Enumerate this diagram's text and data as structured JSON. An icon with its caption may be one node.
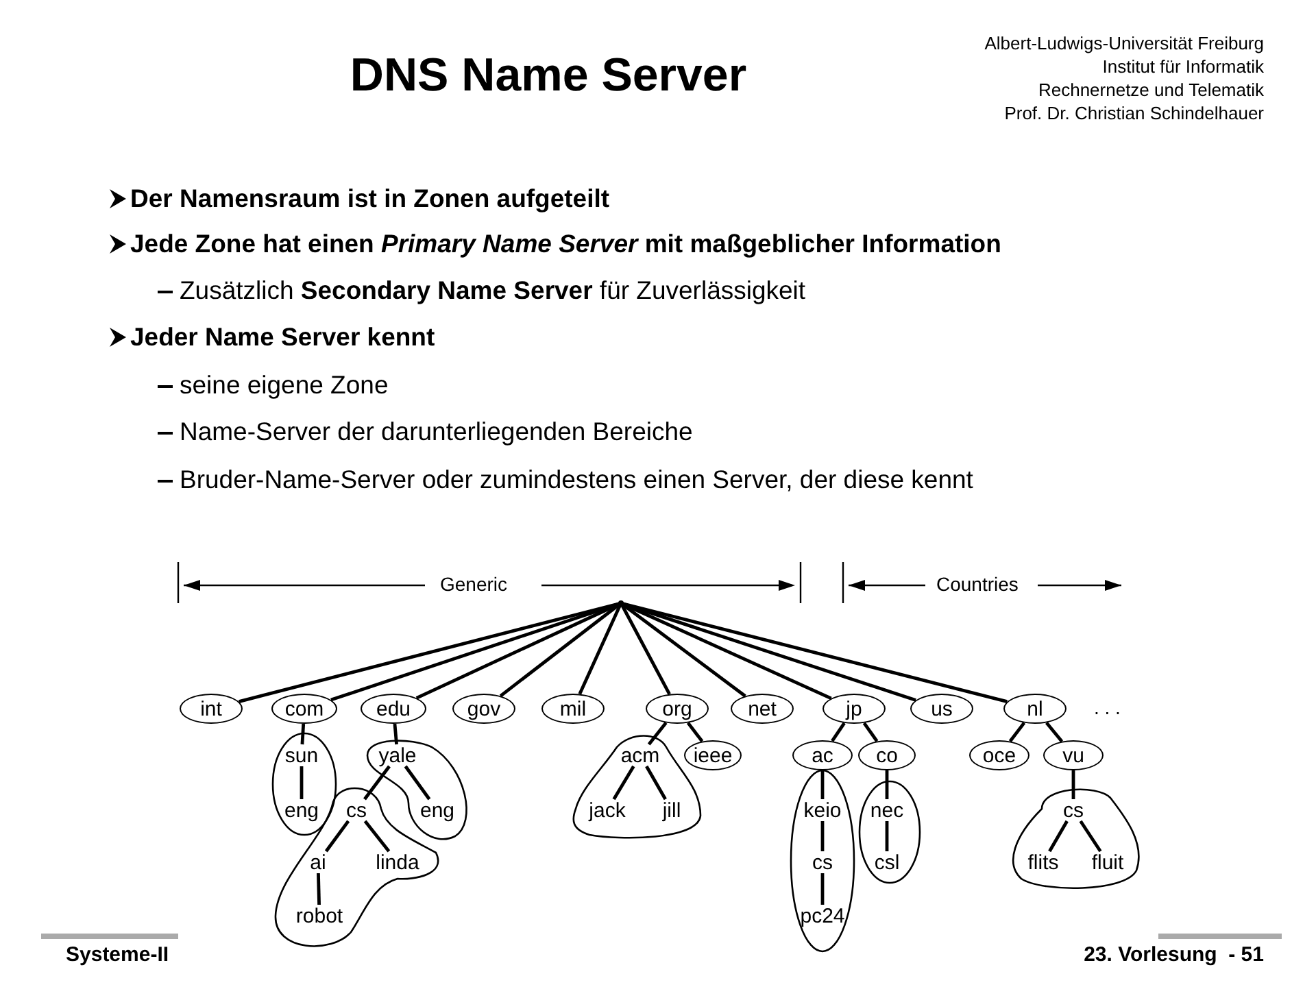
{
  "diagram": {
    "title": "DNS Name Server",
    "nodes": [
      {
        "text": [],
        "shape": "dot"
      },
      {
        "text": [
          "int"
        ]
      },
      {
        "text": [
          "com"
        ]
      },
      {
        "text": [
          "edu"
        ]
      },
      {
        "text": [
          "gov"
        ]
      },
      {
        "text": [
          "mil"
        ]
      },
      {
        "text": [
          "org"
        ]
      },
      {
        "text": [
          "net"
        ]
      },
      {
        "text": [
          "jp"
        ]
      },
      {
        "text": [
          "us"
        ]
      },
      {
        "text": [
          "nl"
        ]
      },
      {
        "text": [],
        "shape": "blob"
      },
      {
        "text": [
          "sun"
        ],
        "in": 11
      },
      {
        "text": [
          "eng"
        ],
        "in": 11
      },
      {
        "text": [],
        "shape": "blob"
      },
      {
        "text": [
          "yale"
        ],
        "in": 14
      },
      {
        "text": [
          "eng"
        ],
        "in": 14
      },
      {
        "text": [],
        "shape": "blob"
      },
      {
        "text": [
          "cs"
        ],
        "in": 17
      },
      {
        "text": [
          "ai"
        ],
        "in": 17
      },
      {
        "text": [
          "linda"
        ],
        "in": 17
      },
      {
        "text": [
          "robot"
        ],
        "in": 17
      },
      {
        "text": [],
        "shape": "blob"
      },
      {
        "text": [
          "acm"
        ],
        "in": 22
      },
      {
        "text": [
          "jack"
        ],
        "in": 22
      },
      {
        "text": [
          "jill"
        ],
        "in": 22
      },
      {
        "text": [
          "ieee"
        ]
      },
      {
        "text": [
          "ac"
        ]
      },
      {
        "text": [
          "co"
        ]
      },
      {
        "text": [],
        "shape": "blob"
      },
      {
        "text": [
          "keio"
        ],
        "in": 29
      },
      {
        "text": [
          "cs"
        ],
        "in": 29
      },
      {
        "text": [
          "pc24"
        ],
        "in": 29
      },
      {
        "text": [],
        "shape": "blob"
      },
      {
        "text": [
          "nec"
        ],
        "in": 33
      },
      {
        "text": [
          "csl"
        ],
        "in": 33
      },
      {
        "text": [
          "oce"
        ]
      },
      {
        "text": [
          "vu"
        ]
      },
      {
        "text": [],
        "shape": "blob"
      },
      {
        "text": [
          "cs"
        ],
        "in": 38
      },
      {
        "text": [
          "flits"
        ],
        "in": 38
      },
      {
        "text": [
          "fluit"
        ],
        "in": 38
      }
    ],
    "edges": [
      {
        "from": 0,
        "to": 1,
        "arrow": "none"
      },
      {
        "from": 0,
        "to": 2,
        "arrow": "none"
      },
      {
        "from": 0,
        "to": 3,
        "arrow": "none"
      },
      {
        "from": 0,
        "to": 4,
        "arrow": "none"
      },
      {
        "from": 0,
        "to": 5,
        "arrow": "none"
      },
      {
        "from": 0,
        "to": 6,
        "arrow": "none"
      },
      {
        "from": 0,
        "to": 7,
        "arrow": "none"
      },
      {
        "from": 0,
        "to": 8,
        "arrow": "none"
      },
      {
        "from": 0,
        "to": 9,
        "arrow": "none"
      },
      {
        "from": 0,
        "to": 10,
        "arrow": "none"
      },
      {
        "from": 2,
        "to": 12,
        "arrow": "none"
      },
      {
        "from": 12,
        "to": 13,
        "arrow": "none"
      },
      {
        "from": 3,
        "to": 15,
        "arrow": "none"
      },
      {
        "from": 15,
        "to": 18,
        "arrow": "none"
      },
      {
        "from": 15,
        "to": 16,
        "arrow": "none"
      },
      {
        "from": 18,
        "to": 19,
        "arrow": "none"
      },
      {
        "from": 18,
        "to": 20,
        "arrow": "none"
      },
      {
        "from": 19,
        "to": 21,
        "arrow": "none"
      },
      {
        "from": 6,
        "to": 23,
        "arrow": "none"
      },
      {
        "from": 6,
        "to": 26,
        "arrow": "none"
      },
      {
        "from": 23,
        "to": 24,
        "arrow": "none"
      },
      {
        "from": 23,
        "to": 25,
        "arrow": "none"
      },
      {
        "from": 8,
        "to": 27,
        "arrow": "none"
      },
      {
        "from": 8,
        "to": 28,
        "arrow": "none"
      },
      {
        "from": 27,
        "to": 30,
        "arrow": "none"
      },
      {
        "from": 30,
        "to": 31,
        "arrow": "none"
      },
      {
        "from": 31,
        "to": 32,
        "arrow": "none"
      },
      {
        "from": 28,
        "to": 34,
        "arrow": "none"
      },
      {
        "from": 34,
        "to": 35,
        "arrow": "none"
      },
      {
        "from": 10,
        "to": 36,
        "arrow": "none"
      },
      {
        "from": 10,
        "to": 37,
        "arrow": "none"
      },
      {
        "from": 37,
        "to": 39,
        "arrow": "none"
      },
      {
        "from": 39,
        "to": 40,
        "arrow": "none"
      },
      {
        "from": 39,
        "to": 41,
        "arrow": "none"
      }
    ],
    "labels": [
      "Albert-Ludwigs-Universität Freiburg",
      "Institut für Informatik",
      "Rechnernetze und Telematik",
      "Prof. Dr. Christian Schindelhauer",
      "Der Namensraum ist in Zonen aufgeteilt",
      "Jede Zone hat einen *Primary Name Server* mit maßgeblicher Information",
      "Zusätzlich **Secondary Name Server** für Zuverlässigkeit",
      "Jeder Name Server kennt",
      "seine eigene Zone",
      "Name-Server der darunterliegenden Bereiche",
      "Bruder-Name-Server oder zumindestens einen Server, der diese kennt",
      "Generic",
      "Countries",
      ". . .",
      "Systeme-II",
      "23. Vorlesung  - 51"
    ]
  }
}
